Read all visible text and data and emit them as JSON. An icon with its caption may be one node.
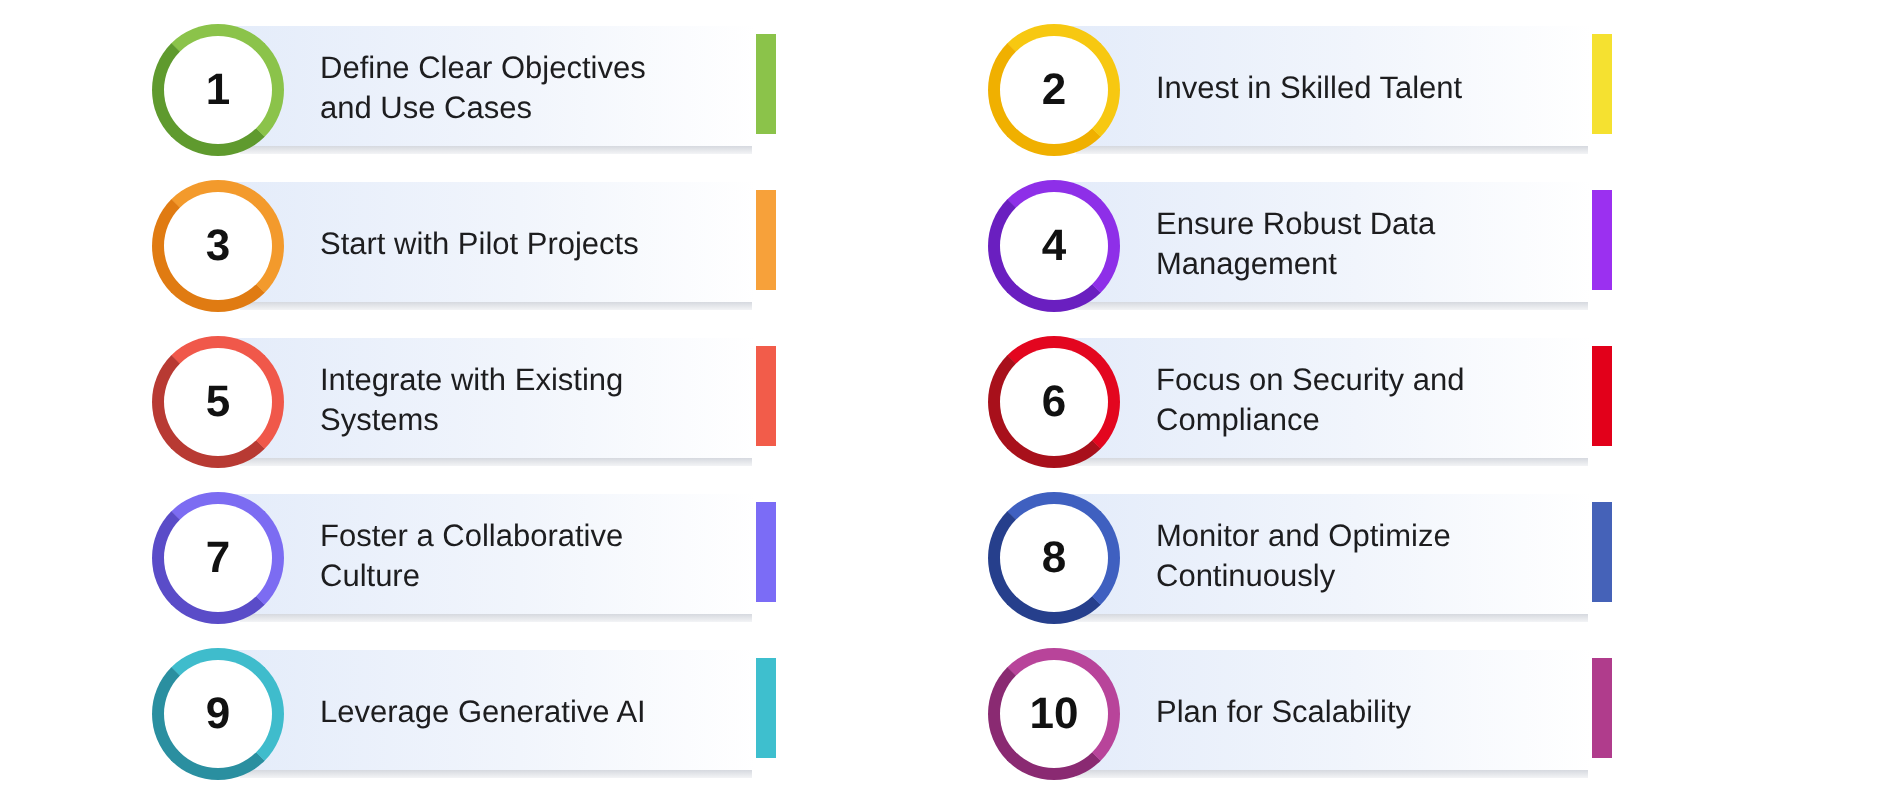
{
  "diagram": {
    "nodes": [
      {
        "text": [
          "1",
          "Define Clear Objectives and Use Cases"
        ]
      },
      {
        "text": [
          "2",
          "Invest in Skilled Talent"
        ]
      },
      {
        "text": [
          "3",
          "Start with Pilot Projects"
        ]
      },
      {
        "text": [
          "4",
          "Ensure Robust Data Management"
        ]
      },
      {
        "text": [
          "5",
          "Integrate with Existing Systems"
        ]
      },
      {
        "text": [
          "6",
          "Focus on Security and Compliance"
        ]
      },
      {
        "text": [
          "7",
          "Foster a Collaborative Culture"
        ]
      },
      {
        "text": [
          "8",
          "Monitor and Optimize Continuously"
        ]
      },
      {
        "text": [
          "9",
          "Leverage Generative AI"
        ]
      },
      {
        "text": [
          "10",
          "Plan for Scalability"
        ]
      }
    ]
  }
}
